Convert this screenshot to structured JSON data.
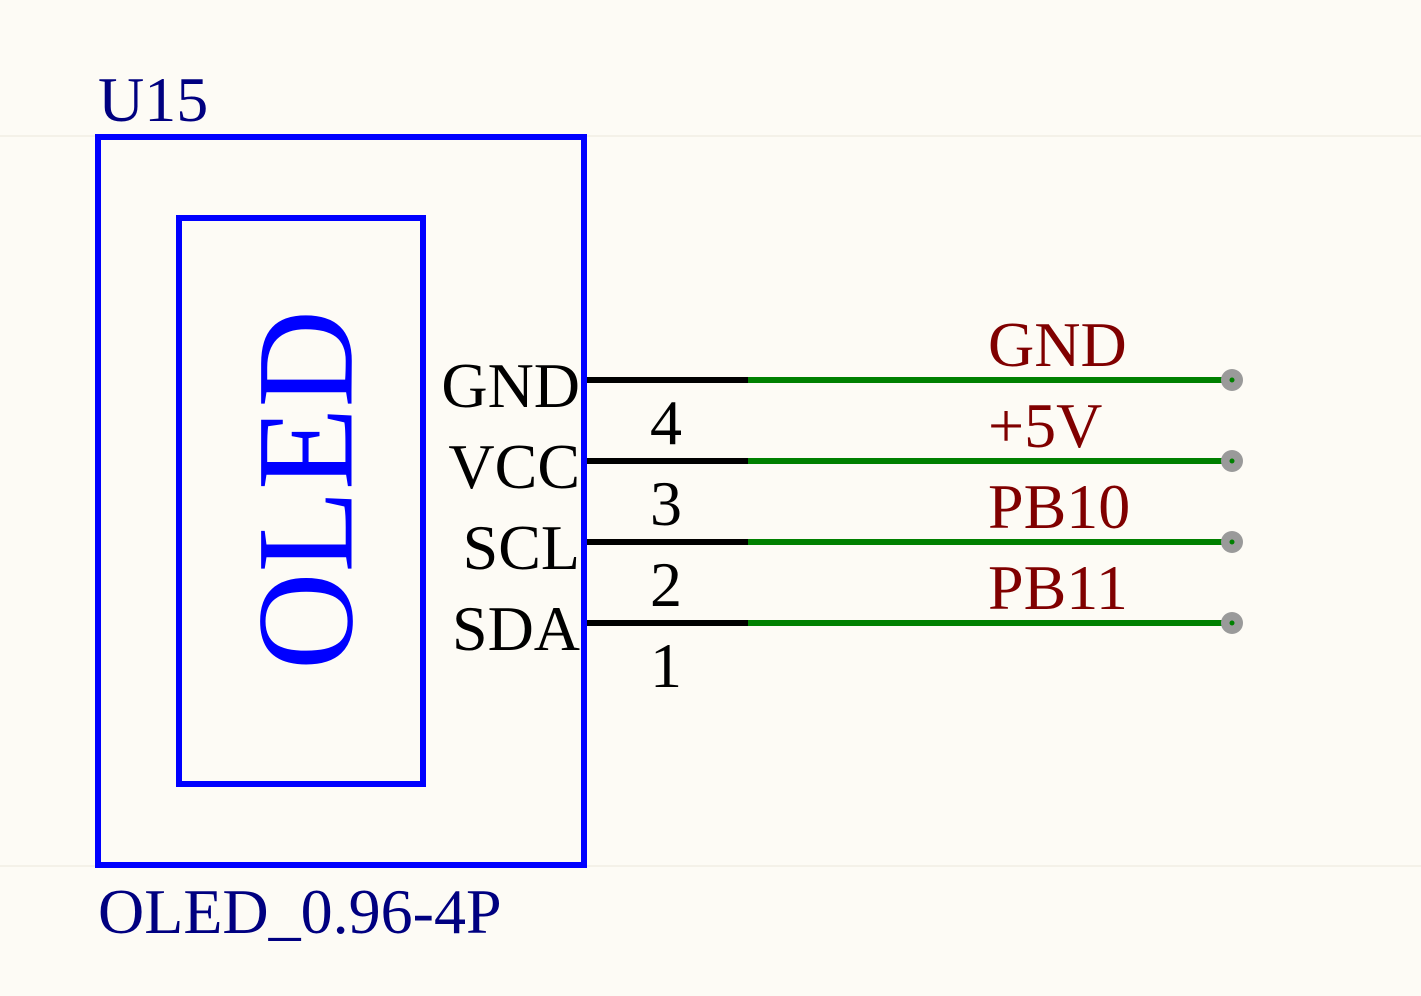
{
  "component": {
    "designator": "U15",
    "part_name": "OLED_0.96-4P",
    "body_label": "OLED"
  },
  "pins": [
    {
      "number": "4",
      "name": "GND",
      "net": "GND"
    },
    {
      "number": "3",
      "name": "VCC",
      "net": "+5V"
    },
    {
      "number": "2",
      "name": "SCL",
      "net": "PB10"
    },
    {
      "number": "1",
      "name": "SDA",
      "net": "PB11"
    }
  ],
  "colors": {
    "background": "#fdfbf5",
    "grid": "#f1eee4",
    "body": "#0000ff",
    "ref_text": "#000080",
    "pin": "#000000",
    "wire": "#008000",
    "net_label": "#800000",
    "end_dot": "#9a9a9a"
  }
}
